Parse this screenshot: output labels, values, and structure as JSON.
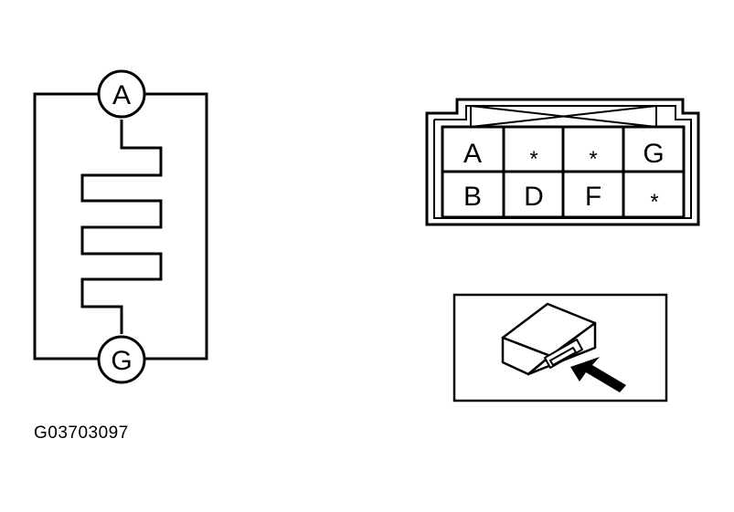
{
  "heater_schematic": {
    "top_terminal": "A",
    "bottom_terminal": "G"
  },
  "connector": {
    "rows": [
      [
        "A",
        "*",
        "*",
        "G"
      ],
      [
        "B",
        "D",
        "F",
        "*"
      ]
    ]
  },
  "figure_code": "G03703097"
}
